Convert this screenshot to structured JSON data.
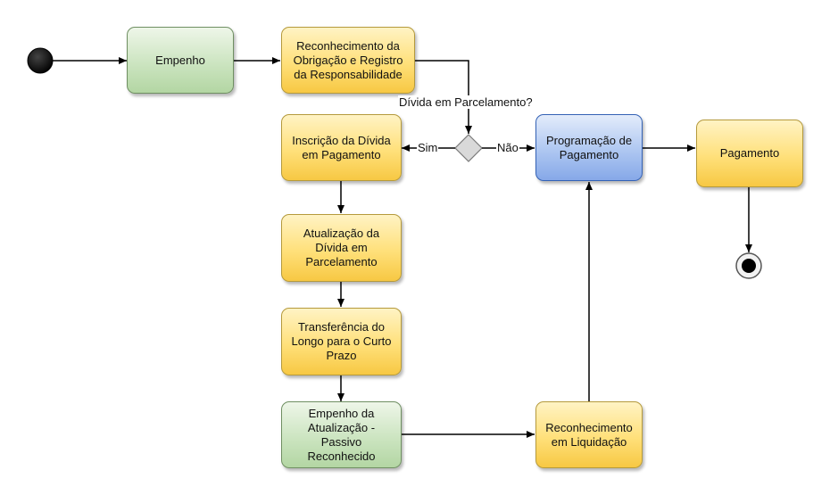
{
  "nodes": {
    "empenho": "Empenho",
    "reconhecimento_obrigacao": "Reconhecimento da Obrigação e Registro da Responsabilidade",
    "inscricao": "Inscrição da Dívida em Pagamento",
    "programacao": "Programação de Pagamento",
    "pagamento": "Pagamento",
    "atualizacao": "Atualização da Dívida em Parcelamento",
    "transferencia": "Transferência do Longo para o Curto Prazo",
    "empenho_atualizacao": "Empenho da Atualização - Passivo Reconhecido",
    "reconhecimento_liquidacao": "Reconhecimento em Liquidação"
  },
  "decision": {
    "question": "Dívida em Parcelamento?",
    "yes": "Sim",
    "no": "Não"
  },
  "colors": {
    "process_fill": "#ffe07a",
    "commitment_fill": "#c9e3bd",
    "highlight_fill": "#a9c3f0",
    "line": "#000000"
  }
}
